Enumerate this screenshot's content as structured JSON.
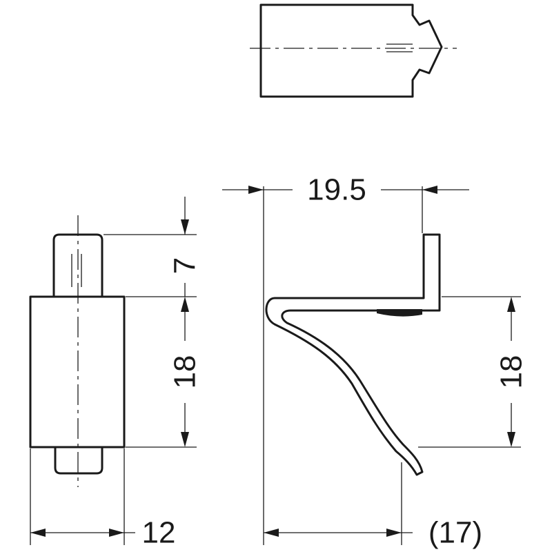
{
  "dimensions": {
    "pin_height": "7",
    "body_height": "18",
    "body_width": "12",
    "bracket_depth": "19.5",
    "bracket_height": "18",
    "bracket_reach": "(17)"
  },
  "colors": {
    "line": "#1a1a1a",
    "background": "#ffffff"
  }
}
